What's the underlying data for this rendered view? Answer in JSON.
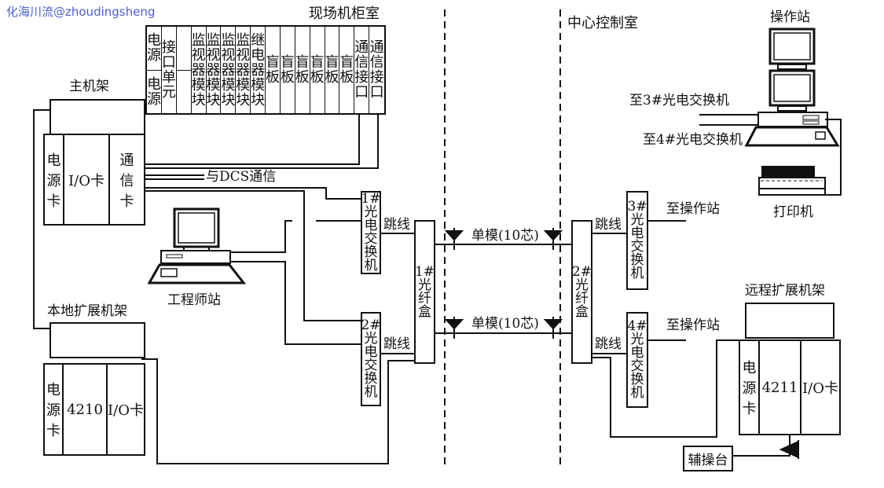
{
  "watermark": "化海川流@zhoudingsheng",
  "field_cabinet": {
    "title": "现场机柜室",
    "columns": [
      {
        "top": "电源",
        "bottom": "电源"
      },
      {
        "text": "接口单元"
      },
      {
        "top": "",
        "bottom": ""
      },
      {
        "text": "监视器模块"
      },
      {
        "text": "监视器模块"
      },
      {
        "text": "监视器模块"
      },
      {
        "text": "监视器模块"
      },
      {
        "text": "继电器模块"
      },
      {
        "text": "盲板"
      },
      {
        "text": "盲板"
      },
      {
        "text": "盲板"
      },
      {
        "text": "盲板"
      },
      {
        "text": "盲板"
      },
      {
        "text": "盲板"
      },
      {
        "text": "通信接口"
      },
      {
        "text": "通信接口"
      }
    ]
  },
  "control_room": {
    "title": "中心控制室"
  },
  "main_rack": {
    "title": "主机架",
    "cards": [
      "电源卡",
      "I/O卡",
      "通信卡"
    ]
  },
  "local_rack": {
    "title": "本地扩展机架",
    "cards": [
      "电源卡",
      "4210",
      "I/O卡"
    ]
  },
  "remote_rack": {
    "title": "远程扩展机架",
    "cards": [
      "电源卡",
      "4211",
      "I/O卡"
    ]
  },
  "dcs_label": "与DCS通信",
  "engineer_station": "工程师站",
  "operator_station": {
    "title": "操作站",
    "to_switch3": "至3#光电交换机",
    "to_switch4": "至4#光电交换机",
    "printer": "打印机"
  },
  "switches": [
    {
      "num": "1#",
      "label": "光电交换机"
    },
    {
      "num": "2#",
      "label": "光电交换机"
    },
    {
      "num": "3#",
      "label": "光电交换机"
    },
    {
      "num": "4#",
      "label": "光电交换机"
    }
  ],
  "fiber_boxes": [
    {
      "num": "1#",
      "label": "光纤盒"
    },
    {
      "num": "2#",
      "label": "光纤盒"
    }
  ],
  "jumper": "跳线",
  "single_mode": "单模(10芯)",
  "to_operator": "至操作站",
  "aux_console": "辅操台"
}
